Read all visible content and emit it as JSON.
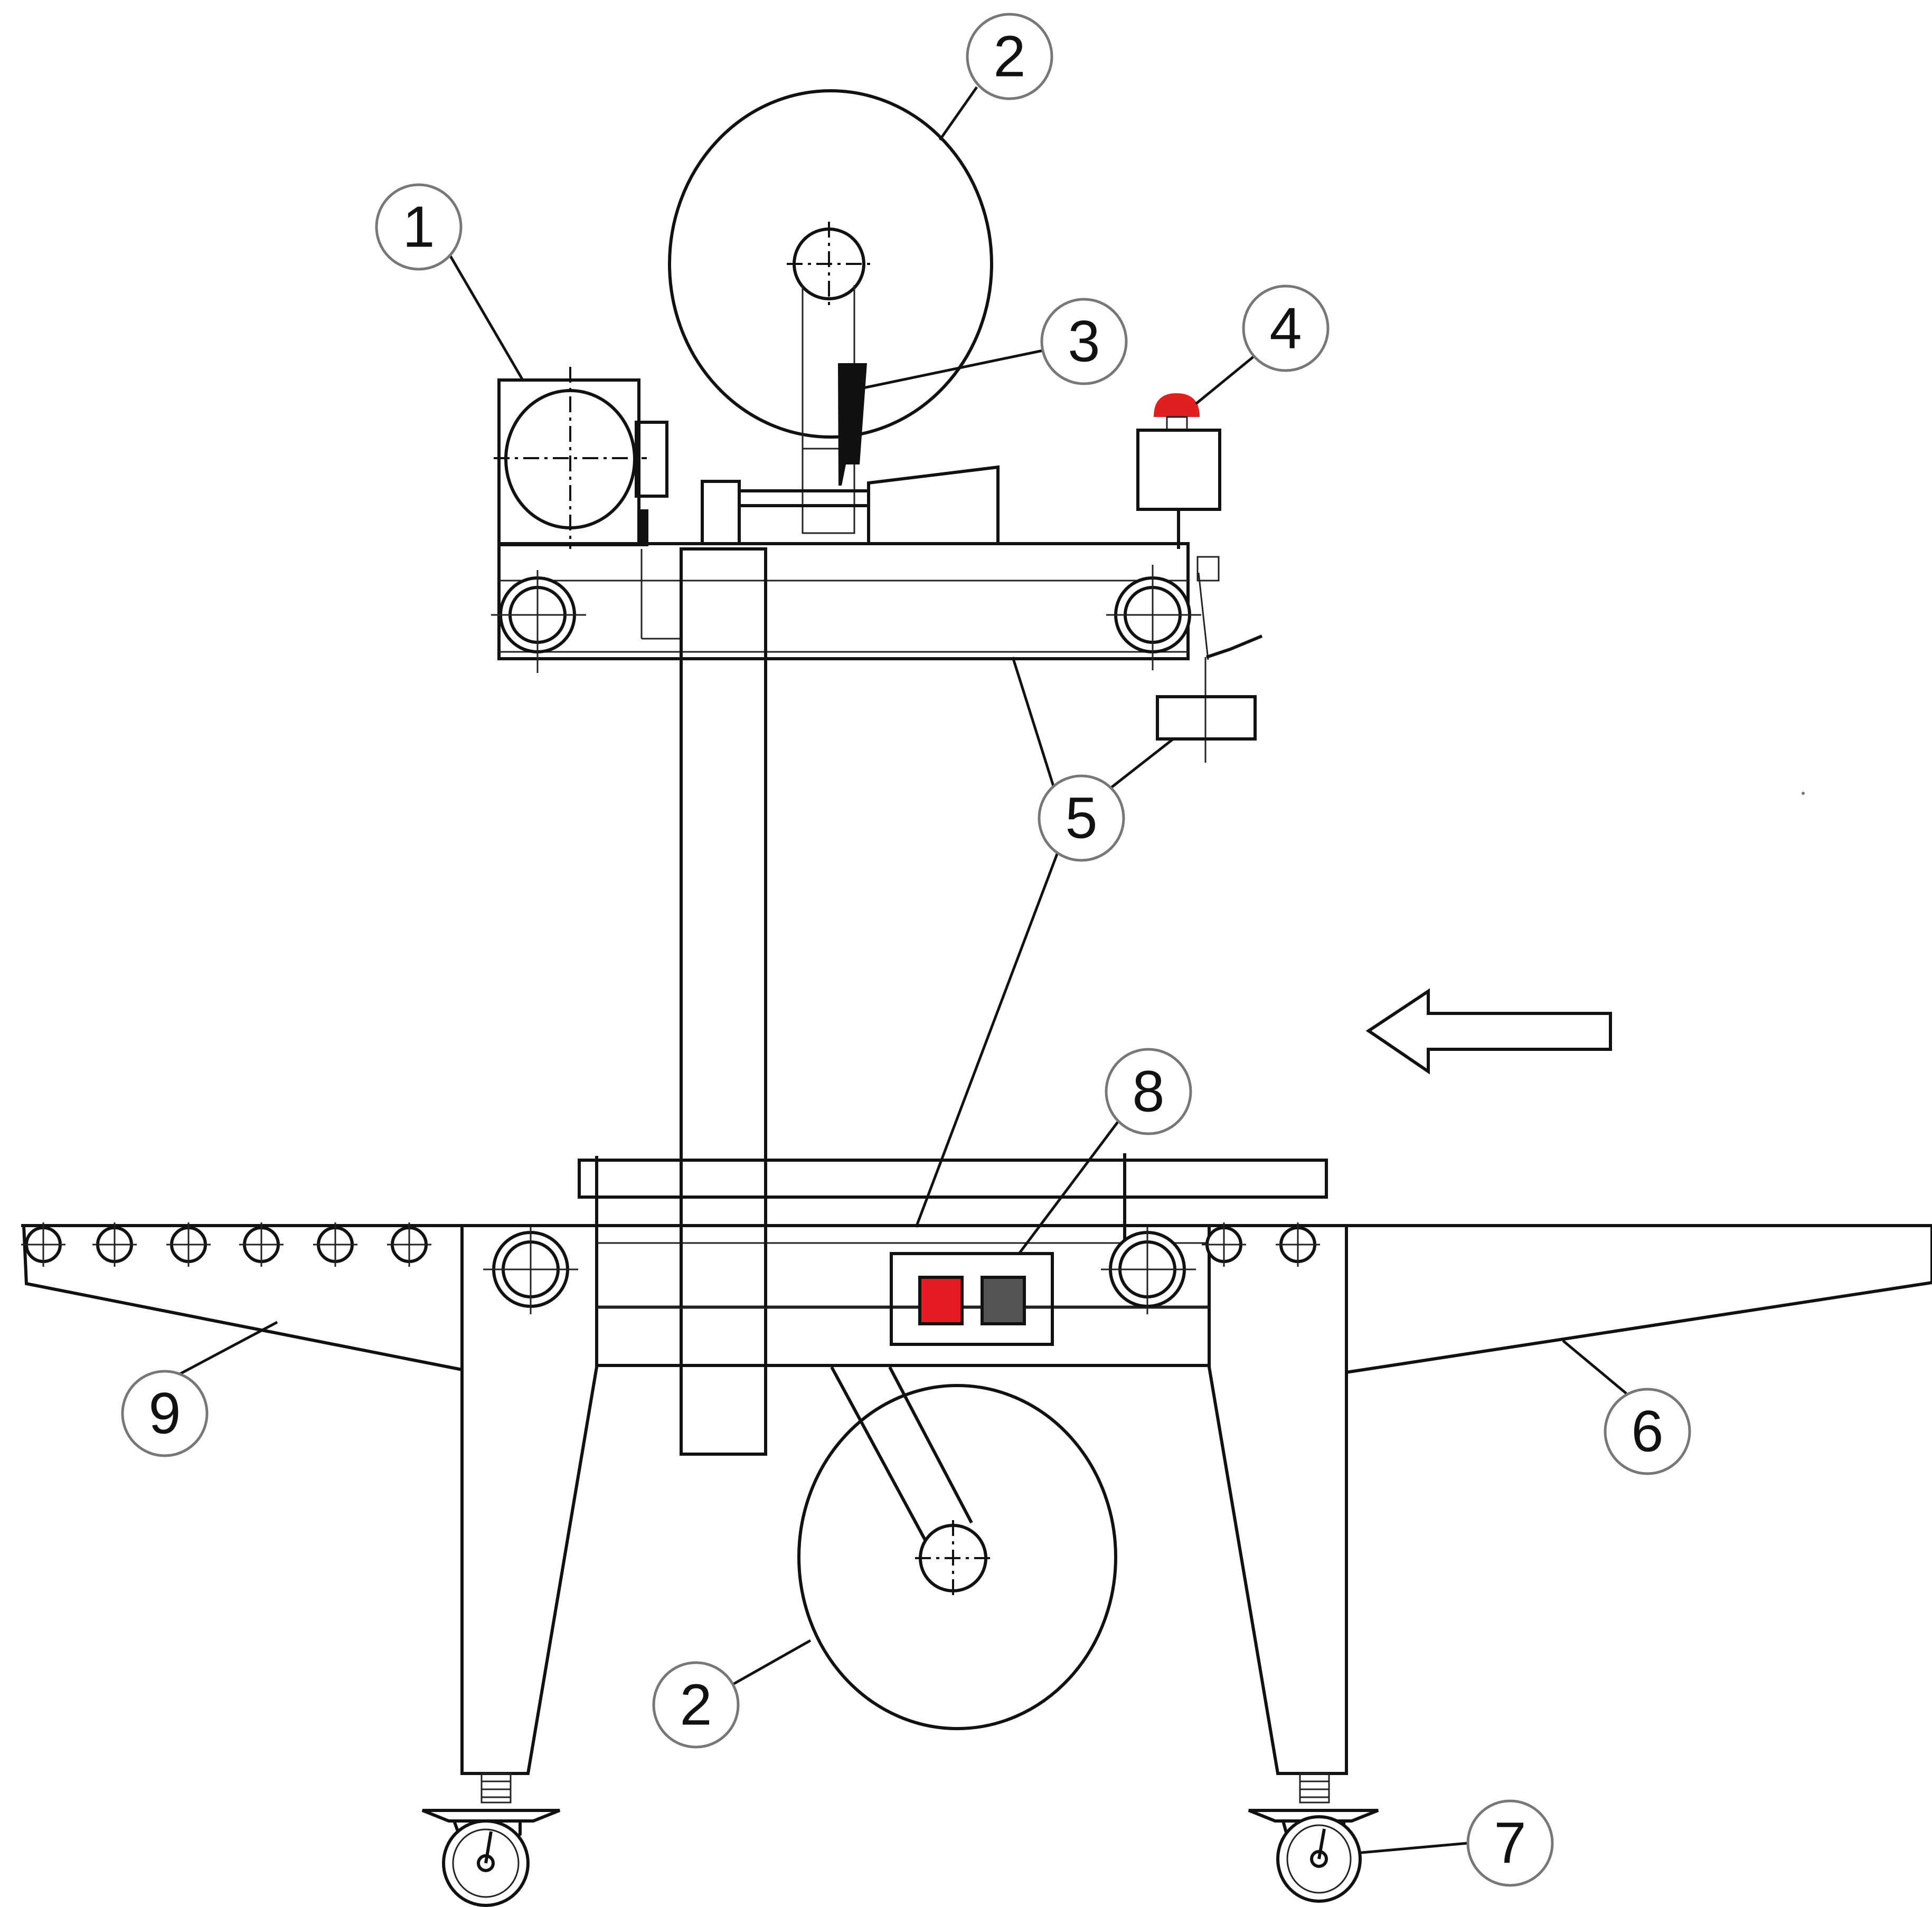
{
  "colors": {
    "tape": "#fff200",
    "motor": "#c8c8c8",
    "stop_button": "#e02020",
    "start_button": "#e41c24",
    "second_button": "#555555",
    "line": "#111111"
  },
  "callouts": {
    "c1": "1",
    "c2_top": "2",
    "c2_bottom": "2",
    "c3": "3",
    "c4": "4",
    "c5": "5",
    "c6": "6",
    "c7": "7",
    "c8": "8",
    "c9": "9"
  },
  "icons": {
    "feed_direction": "left-arrow-icon",
    "stop": "emergency-stop-icon",
    "casters": "caster-wheel-icon"
  }
}
